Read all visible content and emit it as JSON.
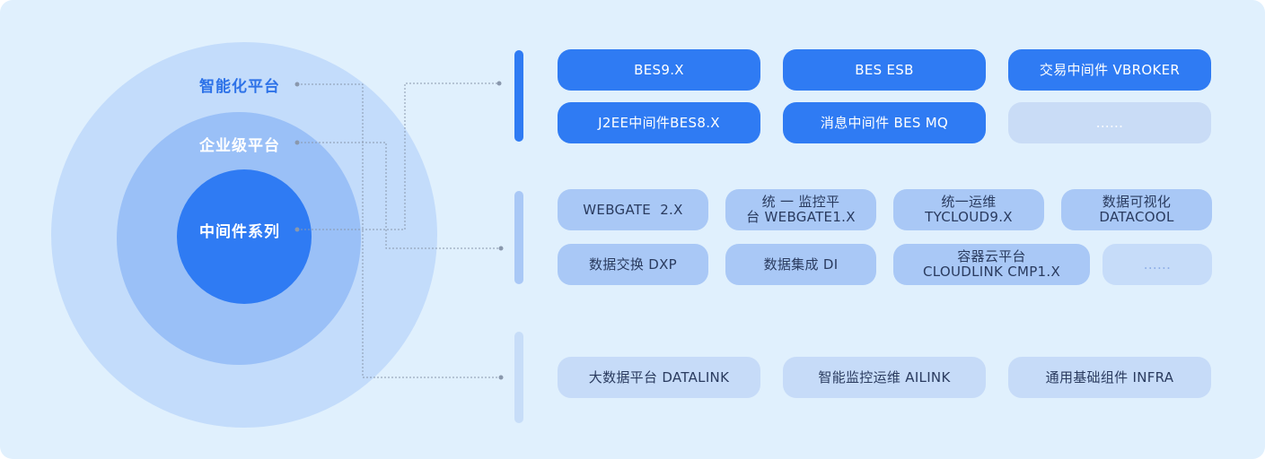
{
  "diagram": {
    "rings": {
      "outer": "智能化平台",
      "middle": "企业级平台",
      "inner": "中间件系列"
    },
    "groups": [
      {
        "items": [
          "BES9.X",
          "BES ESB",
          "交易中间件 VBROKER",
          "J2EE中间件BES8.X",
          "消息中间件 BES MQ",
          "......"
        ]
      },
      {
        "items": [
          "WEBGATE  2.X",
          "统 一 监控平\n台 WEBGATE1.X",
          "统一运维\nTYCLOUD9.X",
          "数据可视化\nDATACOOL",
          "数据交换 DXP",
          "数据集成 DI",
          "容器云平台\nCLOUDLINK CMP1.X",
          "......"
        ]
      },
      {
        "items": [
          "大数据平台 DATALINK",
          "智能监控运维 AILINK",
          "通用基础组件 INFRA"
        ]
      }
    ],
    "colors": {
      "background": "#e0f0fd",
      "outer_ring": "#c3dcfb",
      "middle_ring": "#9ac0f7",
      "inner_ring": "#2f7bf3",
      "primary_blue": "#2f7bf3",
      "pale_blue": "#a9c8f6",
      "faint_blue": "#c6dbf8"
    }
  }
}
